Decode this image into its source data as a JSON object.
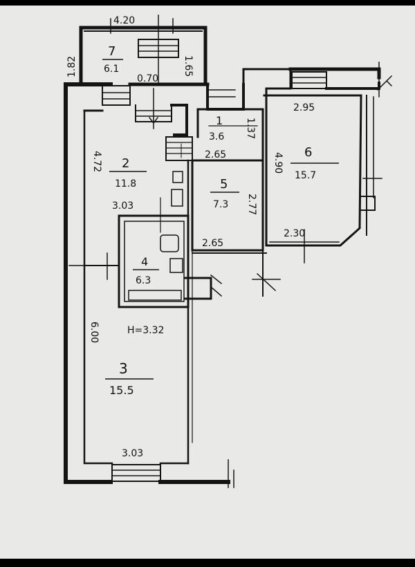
{
  "rooms": [
    {
      "id": "r7",
      "number": "7",
      "area": "6.1"
    },
    {
      "id": "r2",
      "number": "2",
      "area": "11.8"
    },
    {
      "id": "r1",
      "number": "1",
      "area": "3.6"
    },
    {
      "id": "r5",
      "number": "5",
      "area": "7.3"
    },
    {
      "id": "r6",
      "number": "6",
      "area": "15.7"
    },
    {
      "id": "r4",
      "number": "4",
      "area": "6.3"
    },
    {
      "id": "r3",
      "number": "3",
      "area": "15.5"
    }
  ],
  "dimensions": {
    "r7_width": "4.20",
    "r7_left": "1.82",
    "r7_right": "1.65",
    "stair_gap": "0.70",
    "r2_height": "4.72",
    "r2_width": "3.03",
    "r1_height": "1.37",
    "r1_width": "2.65",
    "r5_height": "2.77",
    "r5_width": "2.65",
    "r6_width": "2.95",
    "r6_height": "4.90",
    "r6_bottom": "2.30",
    "r3_height": "6.00",
    "r3_width": "3.03",
    "ceiling_height": "H=3.32"
  },
  "colors": {
    "paper": "#e9e9e7",
    "ink": "#141414",
    "frame": "#000000"
  }
}
